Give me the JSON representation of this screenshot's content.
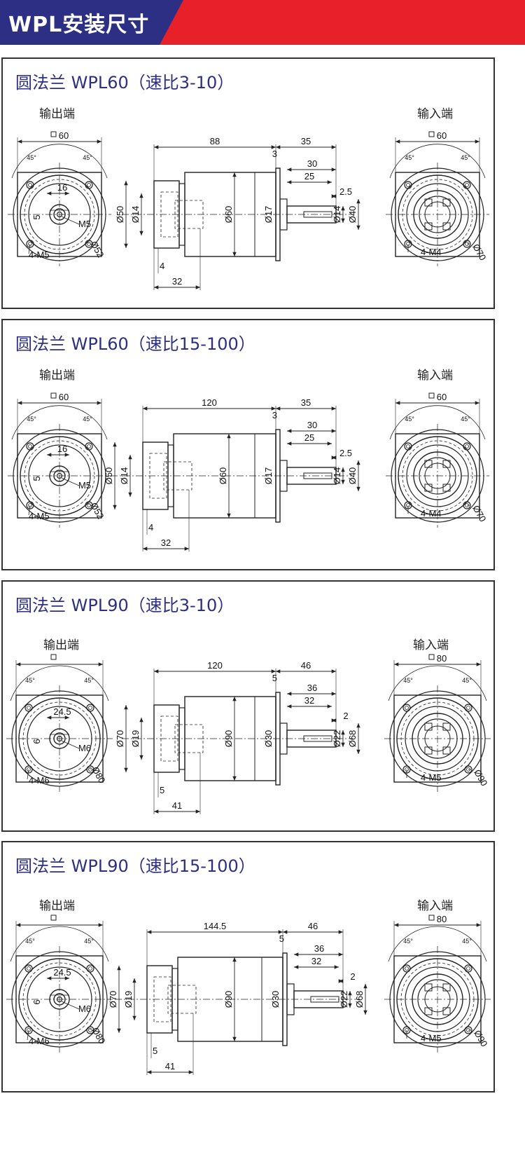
{
  "header": {
    "title": "WPL安装尺寸"
  },
  "labels": {
    "output": "输出端",
    "input": "输入端"
  },
  "panels": [
    {
      "title": "圆法兰  WPL60（速比3-10）",
      "out": {
        "sq": "60",
        "ang1": "45°",
        "ang2": "45°",
        "d1": "16",
        "d2": "5",
        "thread": "M5",
        "holes": "4-M5",
        "pcd": "Ø52"
      },
      "side": {
        "total": "88",
        "shaft": "35",
        "s3": "3",
        "s30": "30",
        "s25": "25",
        "s25b": "2.5",
        "d50": "Ø50",
        "d14a": "Ø14",
        "d60": "Ø60",
        "d17": "Ø17",
        "d14b": "Ø14",
        "d40": "Ø40",
        "f4": "4",
        "f32": "32"
      },
      "in": {
        "sq": "60",
        "ang1": "45°",
        "ang2": "45°",
        "holes": "4-M4",
        "pcd": "Ø70"
      }
    },
    {
      "title": "圆法兰  WPL60（速比15-100）",
      "out": {
        "sq": "60",
        "ang1": "45°",
        "ang2": "45°",
        "d1": "16",
        "d2": "5",
        "thread": "M5",
        "holes": "4-M5",
        "pcd": "Ø52"
      },
      "side": {
        "total": "120",
        "shaft": "35",
        "s3": "3",
        "s30": "30",
        "s25": "25",
        "s25b": "2.5",
        "d50": "Ø50",
        "d14a": "Ø14",
        "d60": "Ø60",
        "d17": "Ø17",
        "d14b": "Ø14",
        "d40": "Ø40",
        "f4": "4",
        "f32": "32"
      },
      "in": {
        "sq": "60",
        "ang1": "45°",
        "ang2": "45°",
        "holes": "4-M4",
        "pcd": "Ø70"
      }
    },
    {
      "title": "圆法兰  WPL90（速比3-10）",
      "out": {
        "sq": "",
        "ang1": "45°",
        "ang2": "45°",
        "d1": "24.5",
        "d2": "6",
        "thread": "M6",
        "holes": "4-M6",
        "pcd": "Ø80"
      },
      "side": {
        "total": "120",
        "shaft": "46",
        "s3": "5",
        "s30": "36",
        "s25": "32",
        "s25b": "2",
        "d50": "Ø70",
        "d14a": "Ø19",
        "d60": "Ø90",
        "d17": "Ø30",
        "d14b": "Ø22",
        "d40": "Ø68",
        "f4": "5",
        "f32": "41"
      },
      "in": {
        "sq": "80",
        "ang1": "45°",
        "ang2": "45°",
        "holes": "4-M5",
        "pcd": "Ø90"
      }
    },
    {
      "title": "圆法兰  WPL90（速比15-100）",
      "out": {
        "sq": "",
        "ang1": "45°",
        "ang2": "45°",
        "d1": "24.5",
        "d2": "6",
        "thread": "M6",
        "holes": "4-M6",
        "pcd": "Ø80"
      },
      "side": {
        "total": "144.5",
        "shaft": "46",
        "s3": "5",
        "s30": "36",
        "s25": "32",
        "s25b": "2",
        "d50": "Ø70",
        "d14a": "Ø19",
        "d60": "Ø90",
        "d17": "Ø30",
        "d14b": "Ø22",
        "d40": "Ø68",
        "f4": "5",
        "f32": "41"
      },
      "in": {
        "sq": "80",
        "ang1": "45°",
        "ang2": "45°",
        "holes": "4-M5",
        "pcd": "Ø90"
      }
    }
  ]
}
